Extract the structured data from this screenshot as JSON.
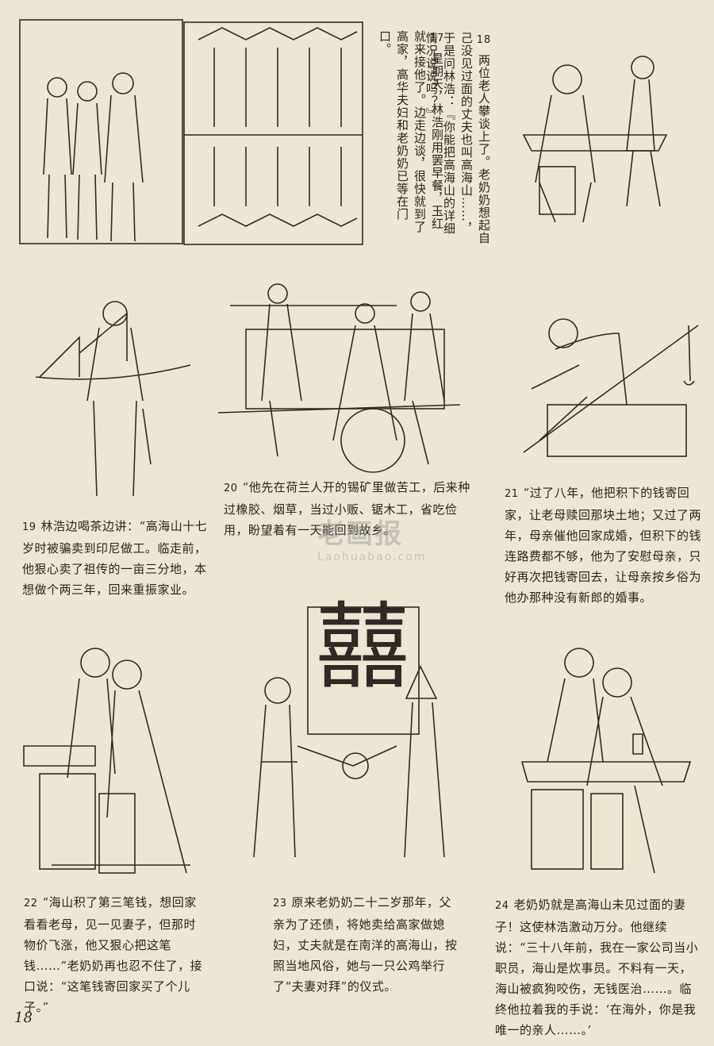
{
  "page_number": "18",
  "watermark": {
    "main": "老画报",
    "sub": "Laohuabao.com"
  },
  "center_character": "囍",
  "panels": [
    {
      "num": "17",
      "text": "星期天，林浩刚用罢早餐，玉红就来接他了。边走边谈，很快就到了高家，高华夫妇和老奶奶已等在门口。"
    },
    {
      "num": "18",
      "text": "两位老人攀谈上了。老奶奶想起自己没见过面的丈夫也叫高海山……，于是问林浩：『你能把高海山的详细情况说说吗？』"
    },
    {
      "num": "19",
      "text": "林浩边喝茶边讲：“高海山十七岁时被骗卖到印尼做工。临走前，他狠心卖了祖传的一亩三分地，本想做个两三年，回来重振家业。"
    },
    {
      "num": "20",
      "text": "“他先在荷兰人开的锡矿里做苦工，后来种过橡胶、烟草，当过小贩、锯木工，省吃俭用，盼望着有一天能回到故乡。"
    },
    {
      "num": "21",
      "text": "“过了八年，他把积下的钱寄回家，让老母赎回那块土地；又过了两年，母亲催他回家成婚，但积下的钱连路费都不够，他为了安慰母亲，只好再次把钱寄回去，让母亲按乡俗为他办那种没有新郎的婚事。"
    },
    {
      "num": "22",
      "text": "“海山积了第三笔钱，想回家看看老母，见一见妻子，但那时物价飞涨，他又狠心把这笔钱……”老奶奶再也忍不住了，接口说：“这笔钱寄回家买了个儿子。”"
    },
    {
      "num": "23",
      "text": "原来老奶奶二十二岁那年，父亲为了还债，将她卖给高家做媳妇，丈夫就是在南洋的高海山，按照当地风俗，她与一只公鸡举行了“夫妻对拜”的仪式。"
    },
    {
      "num": "24",
      "text": "老奶奶就是高海山未见过面的妻子！这使林浩激动万分。他继续说：“三十八年前，我在一家公司当小职员，海山是炊事员。不料有一天，海山被疯狗咬伤，无钱医治……。临终他拉着我的手说：‘在海外，你是我唯一的亲人……。’"
    }
  ]
}
